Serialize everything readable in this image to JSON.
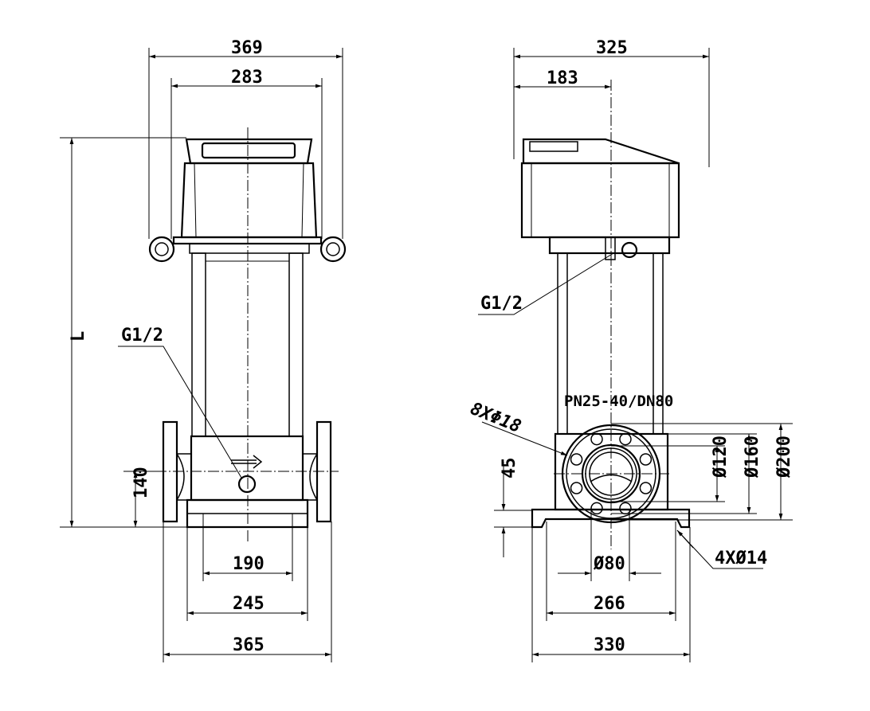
{
  "front_view": {
    "width_overall": "369",
    "width_motor": "283",
    "height_label": "L",
    "inlet_height": "140",
    "base_hole_spacing": "190",
    "base_width": "245",
    "flange_span": "365",
    "drain_port": "G1/2"
  },
  "side_view": {
    "width_overall": "325",
    "offset": "183",
    "drain_port": "G1/2",
    "flange_rating": "PN25-40/DN80",
    "flange_holes": "8XΦ18",
    "bolt_circle_120": "Ø120",
    "bolt_circle_160": "Ø160",
    "flange_dia_200": "Ø200",
    "base_height": "45",
    "pipe_dia": "Ø80",
    "base_hole_spacing": "266",
    "base_width": "330",
    "base_holes": "4XØ14"
  }
}
